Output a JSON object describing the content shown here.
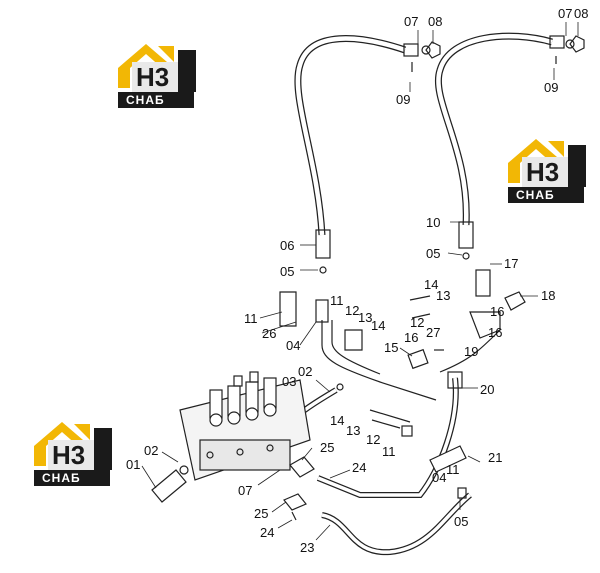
{
  "logo": {
    "mark": "H3",
    "word": "CHAБ",
    "accent_color": "#f2b705",
    "dark_color": "#1a1a1a"
  },
  "callouts": [
    "07",
    "08",
    "09",
    "07",
    "08",
    "09",
    "10",
    "06",
    "05",
    "05",
    "17",
    "14",
    "13",
    "18",
    "12",
    "16",
    "27",
    "16",
    "11",
    "11",
    "26",
    "12",
    "13",
    "14",
    "04",
    "15",
    "19",
    "16",
    "02",
    "03",
    "20",
    "14",
    "13",
    "12",
    "11",
    "21",
    "02",
    "25",
    "01",
    "24",
    "07",
    "04",
    "11",
    "25",
    "24",
    "05",
    "23"
  ]
}
